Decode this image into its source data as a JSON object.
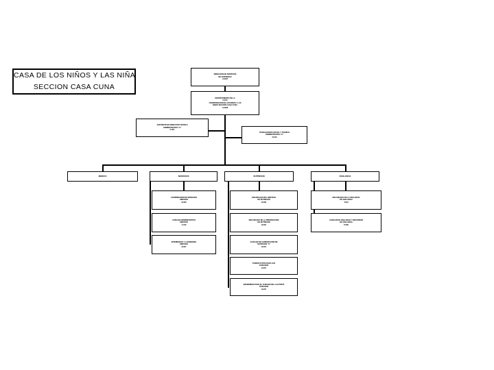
{
  "chart_data": {
    "type": "diagram",
    "diagram_kind": "organizational-chart",
    "title": "CASA DE LOS NIÑOS Y LAS NIÑAS SECCION CASA CUNA",
    "orientation": "top-down",
    "background": "#ffffff",
    "box_fill": "#ffffff",
    "box_stroke": "#000000",
    "text_color": "#000000"
  },
  "title_block": {
    "line1": "CASA DE LOS NIÑOS Y LAS NIÑAS",
    "line2": "SECCION CASA CUNA"
  },
  "root": {
    "line1": "DIRECCION DE SERVICIOS",
    "line2": "DE ASISTENCIA",
    "line3": "A-0007"
  },
  "subroot": {
    "line1": "DEPARTAMENTO DE LA",
    "line2": "CASA",
    "line3": "COORDINACION DE LOS NIÑOS Y LAS",
    "line4": "NIÑAS SECCION CASA CUNA",
    "line5": "A-0028"
  },
  "staff_left": {
    "line1": "ASISTENTE DE DIRECCION TECNICA",
    "line2": "ADMINISTRATIVO \"A\"",
    "line3": "P-007"
  },
  "staff_right": {
    "line1": "TRABAJADORA SOCIAL Y TECNICO",
    "line2": "ADMINISTRATIVO \"A\"",
    "line3": "D-013"
  },
  "departments": [
    {
      "label": "MEDICO"
    },
    {
      "label": "SERVICIOS"
    },
    {
      "label": "NUTRICION"
    },
    {
      "label": "VIGILANCIA"
    }
  ],
  "col_servicios": [
    {
      "line1": "COORDINADOR DE SERVICIOS",
      "line2": "SERVICIO",
      "line3": "B-009"
    },
    {
      "line1": "AUXILIAR ADMINISTRATIVO",
      "line2": "SERVICIO",
      "line3": "A-012"
    },
    {
      "line1": "INTENDENCIA Y LAVANDERIA",
      "line2": "SERVICIO",
      "line3": "B-007"
    }
  ],
  "col_nutricion": [
    {
      "line1": "ENCARGADA DEL SERVICIO",
      "line2": "DE NUTRICION",
      "line3": "B-009"
    },
    {
      "line1": "ENCARGADA DE LA PREPARACION",
      "line2": "DE NUTRICION",
      "line3": "B-024"
    },
    {
      "line1": "AUXILIAR DE ALIMENTACION DE",
      "line2": "NUTRICION \"A\"",
      "line3": "B-013"
    },
    {
      "line1": "PUERICULTISTA PARA LOS",
      "line2": "CUIDADOS",
      "line3": "B-007"
    },
    {
      "line1": "ENFERMERA PARA EL CUIDADO DEL LACTANTE",
      "line2": "CUIDADOS",
      "line3": "B-007"
    }
  ],
  "col_vigilancia": [
    {
      "line1": "ENCARGADO DE LA VIGILANCIA",
      "line2": "DE VIGILANCIA",
      "line3": "T-010"
    },
    {
      "line1": "AUXILIAR DE VIGILANCIA Y SEGURIDAD",
      "line2": "DE VIGILANCIA",
      "line3": "P-009"
    }
  ]
}
